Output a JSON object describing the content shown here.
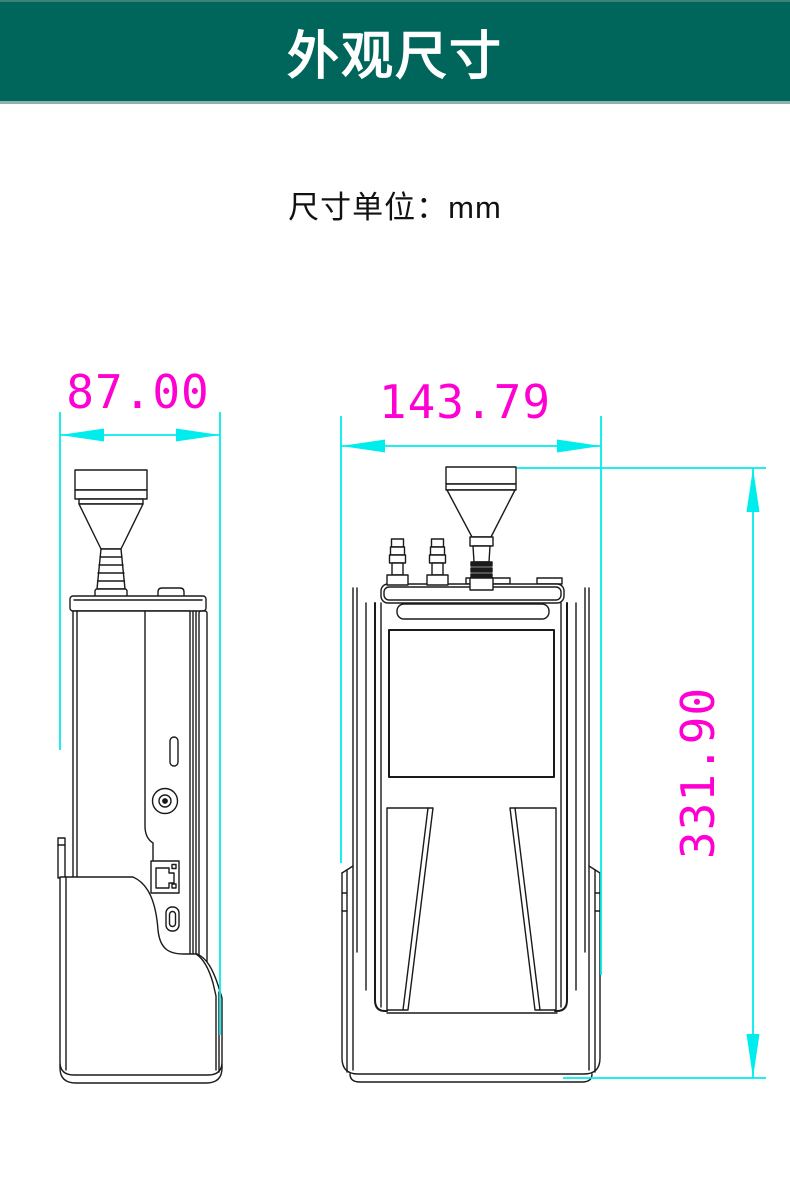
{
  "header": {
    "title": "外观尺寸"
  },
  "subtitle": "尺寸单位：mm",
  "dimensions": {
    "unit": "mm",
    "side_view_width": "87.00",
    "front_view_width": "143.79",
    "overall_height": "331.90"
  },
  "colors": {
    "header_bg": "#00655B",
    "header_text": "#FFFFFF",
    "dimension_line": "#00EDED",
    "dimension_text": "#FF00D2",
    "drawing_outline": "#1A1A1A",
    "page_bg": "#FFFFFF"
  }
}
